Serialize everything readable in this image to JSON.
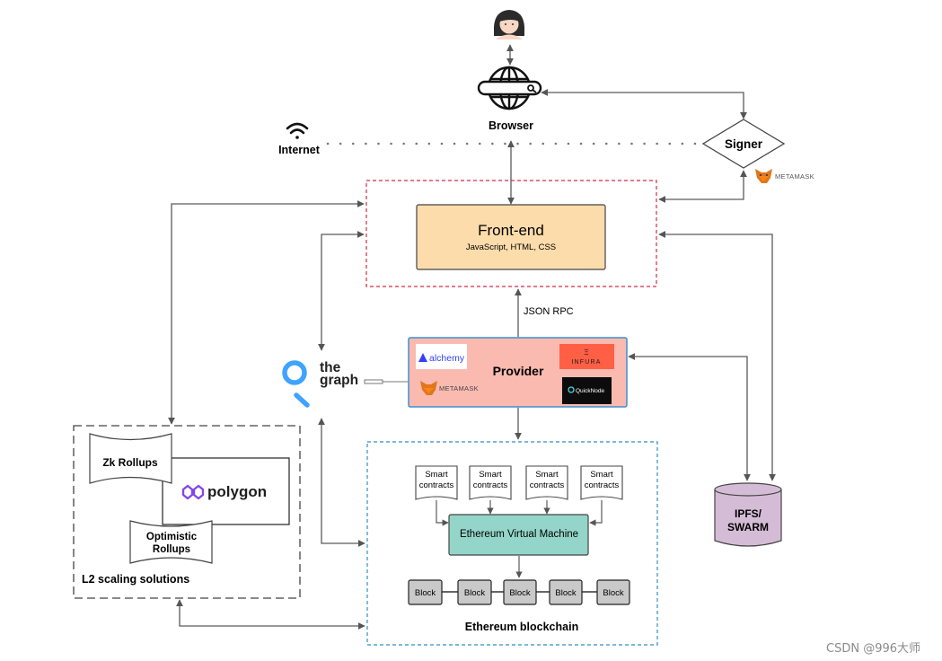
{
  "user": {
    "icon": "user-avatar-icon"
  },
  "browser": {
    "label": "Browser",
    "icon": "globe-search-icon"
  },
  "internet": {
    "label": "Internet",
    "icon": "wifi-icon"
  },
  "signer": {
    "label": "Signer",
    "wallet_logo": "METAMASK"
  },
  "frontend": {
    "title": "Front-end",
    "subtitle": "JavaScript, HTML, CSS"
  },
  "json_rpc": "JSON RPC",
  "provider": {
    "label": "Provider",
    "logos": {
      "alchemy": "alchemy",
      "metamask": "METAMASK",
      "infura": "INFURA",
      "infura_mark": "Ξ",
      "quicknode": "QuickNode"
    }
  },
  "thegraph": {
    "line1": "the",
    "line2": "graph"
  },
  "l2": {
    "label": "L2 scaling solutions",
    "zk": "Zk Rollups",
    "optimistic_line1": "Optimistic",
    "optimistic_line2": "Rollups",
    "polygon": "polygon"
  },
  "blockchain": {
    "label": "Ethereum blockchain",
    "contracts": [
      {
        "line1": "Smart",
        "line2": "contracts"
      },
      {
        "line1": "Smart",
        "line2": "contracts"
      },
      {
        "line1": "Smart",
        "line2": "contracts"
      },
      {
        "line1": "Smart",
        "line2": "contracts"
      }
    ],
    "evm": "Ethereum Virtual Machine",
    "blocks": [
      "Block",
      "Block",
      "Block",
      "Block",
      "Block"
    ]
  },
  "storage": {
    "line1": "IPFS/",
    "line2": "SWARM"
  },
  "watermark": "CSDN @996大师",
  "colors": {
    "frontend_fill": "#fddcab",
    "provider_fill": "#fbbab0",
    "provider_border": "#3d8fd1",
    "evm_fill": "#93d5c8",
    "block_fill": "#c9c9c9",
    "ipfs_fill": "#d5bcd6",
    "frontend_dash": "#d6294a",
    "blockchain_dash": "#2f8fc4",
    "infura": "#ff5f45",
    "polygon": "#8247e5",
    "metamask": "#e2761b",
    "thegraph": "#3fa3ff"
  }
}
